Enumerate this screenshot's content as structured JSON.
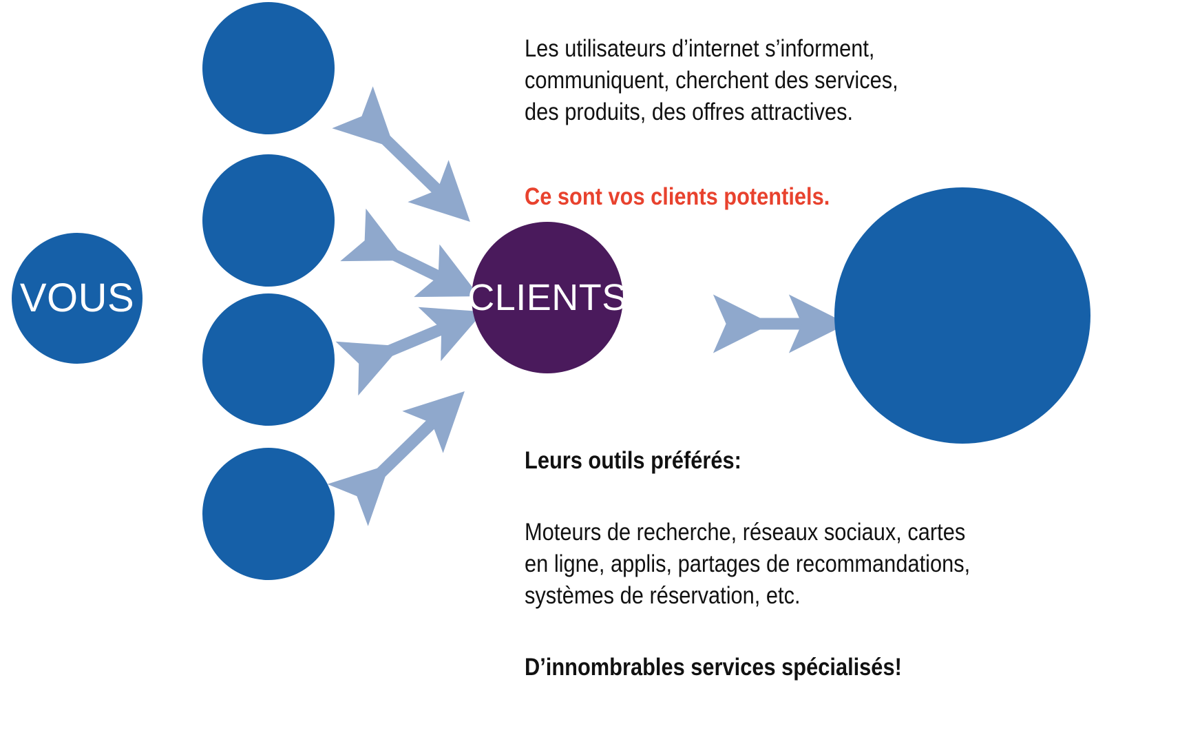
{
  "diagram": {
    "title": "Vous - Clients - Internet diagram",
    "colors": {
      "blue": "#1660A8",
      "purple": "#4A1A5C",
      "arrow": "#8FA8CC",
      "red": "#E8422E",
      "text": "#111111",
      "background": "#FFFFFF"
    },
    "nodes": {
      "vous": {
        "label": "VOUS",
        "shape": "circle",
        "color": "#1660A8"
      },
      "clients": {
        "label": "CLIENTS",
        "shape": "circle",
        "color": "#4A1A5C"
      },
      "big_network": {
        "label": "",
        "shape": "circle",
        "color": "#1660A8"
      },
      "users": [
        {
          "label": "",
          "shape": "circle",
          "color": "#1660A8"
        },
        {
          "label": "",
          "shape": "circle",
          "color": "#1660A8"
        },
        {
          "label": "",
          "shape": "circle",
          "color": "#1660A8"
        },
        {
          "label": "",
          "shape": "circle",
          "color": "#1660A8"
        }
      ]
    },
    "connectors": [
      {
        "name": "user1-clients",
        "style": "double-arrow",
        "color": "#8FA8CC"
      },
      {
        "name": "user2-clients",
        "style": "double-arrow",
        "color": "#8FA8CC"
      },
      {
        "name": "user3-clients",
        "style": "double-arrow",
        "color": "#8FA8CC"
      },
      {
        "name": "user4-clients",
        "style": "double-arrow",
        "color": "#8FA8CC"
      },
      {
        "name": "clients-network",
        "style": "double-arrow",
        "color": "#8FA8CC"
      }
    ]
  },
  "text": {
    "intro_paragraph": "Les utilisateurs d’internet s’informent,\ncommuniquent, cherchent des services,\ndes produits, des offres attractives.",
    "clients_potentiels": "Ce sont vos clients potentiels.",
    "outils_heading": "Leurs outils préférés:",
    "outils_paragraph": "Moteurs de recherche, réseaux sociaux, cartes\nen ligne, applis, partages de recommandations,\nsystèmes de réservation, etc.",
    "services_line": "D’innombrables services spécialisés!"
  }
}
